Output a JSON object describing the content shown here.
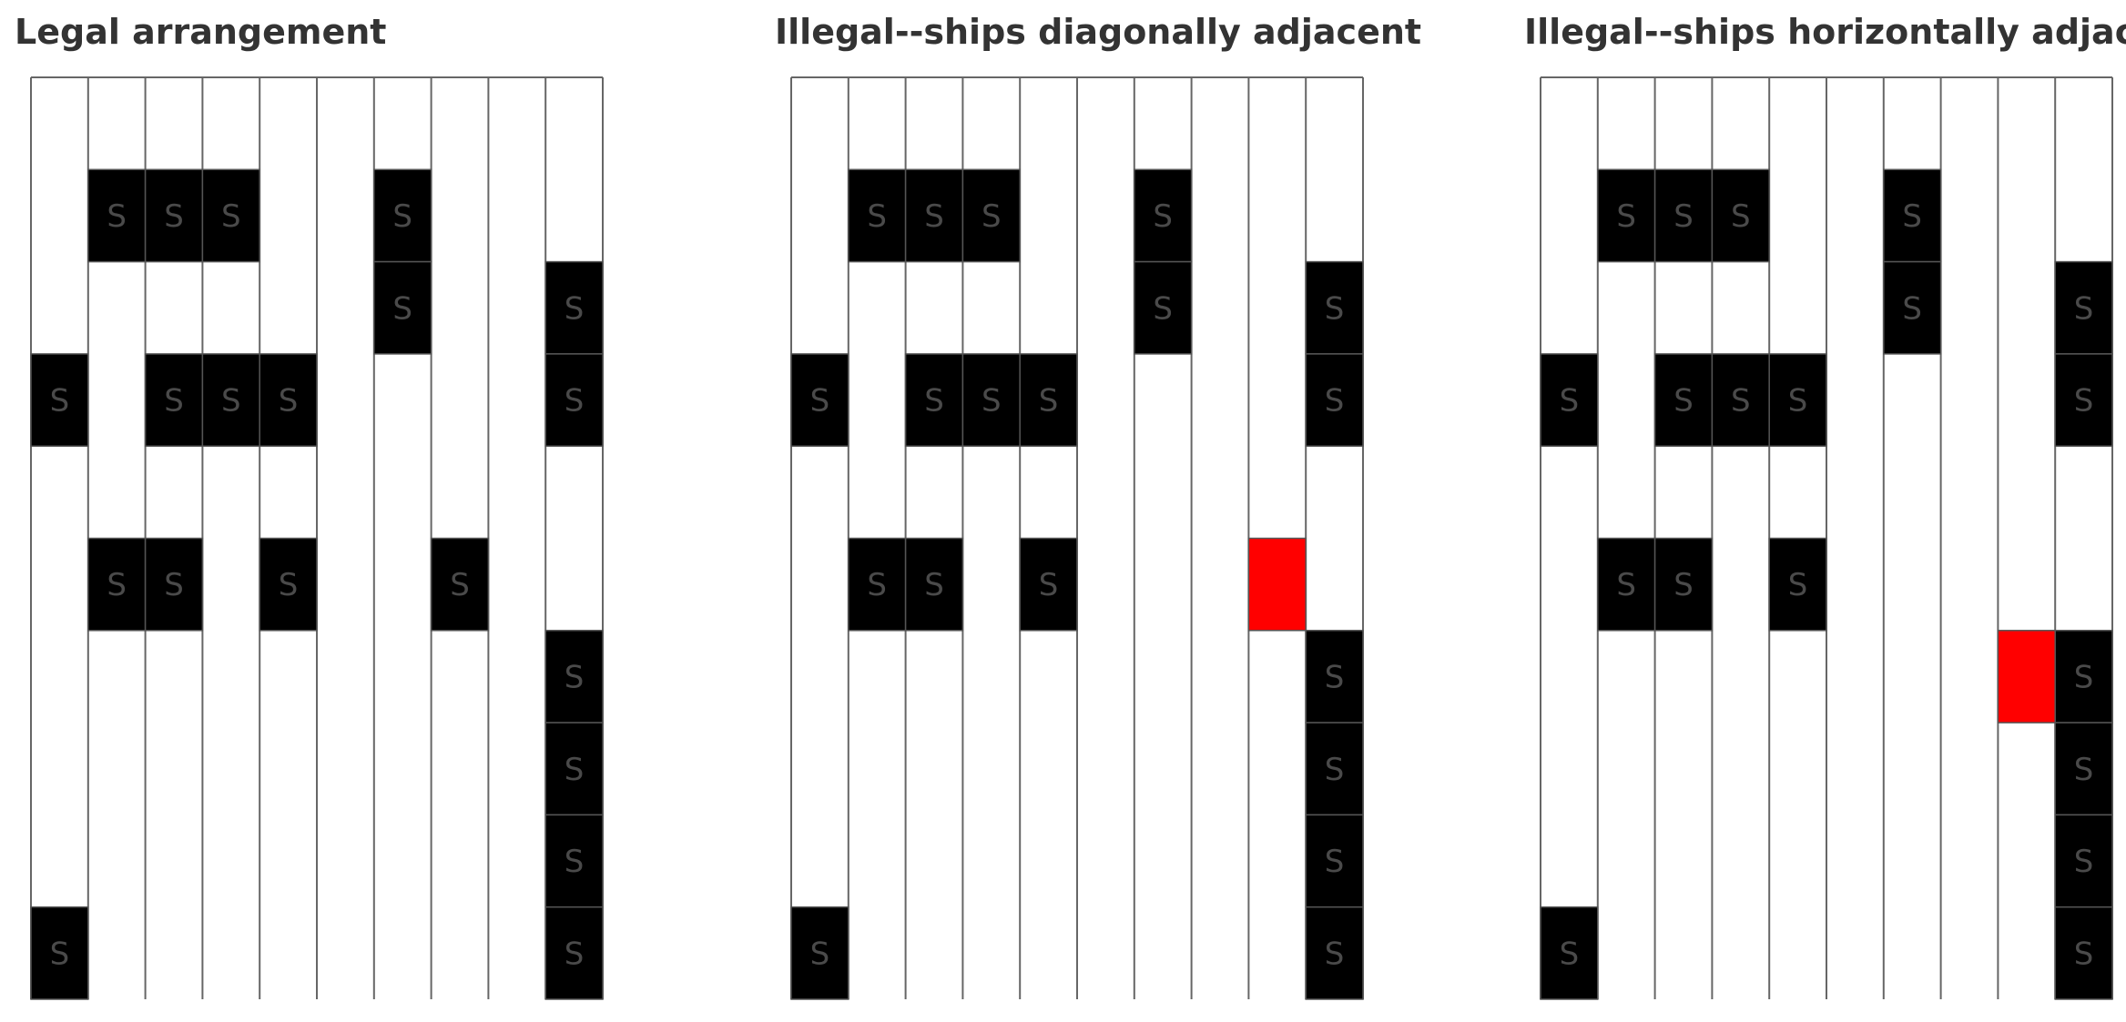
{
  "grid": {
    "columns": 10,
    "rows": 10,
    "ship_label": "S",
    "colors": {
      "line": "#666666",
      "ship": "#000000",
      "ship_divider": "#555555",
      "conflict": "#ff0000",
      "title": "#333333"
    }
  },
  "panels": [
    {
      "title": "Legal arrangement",
      "ships": [
        [
          1,
          1
        ],
        [
          1,
          2
        ],
        [
          1,
          3
        ],
        [
          1,
          6
        ],
        [
          2,
          6
        ],
        [
          2,
          9
        ],
        [
          3,
          0
        ],
        [
          3,
          2
        ],
        [
          3,
          3
        ],
        [
          3,
          4
        ],
        [
          3,
          9
        ],
        [
          5,
          1
        ],
        [
          5,
          2
        ],
        [
          5,
          4
        ],
        [
          5,
          7
        ],
        [
          6,
          9
        ],
        [
          7,
          9
        ],
        [
          8,
          9
        ],
        [
          9,
          0
        ],
        [
          9,
          9
        ]
      ],
      "conflicts": []
    },
    {
      "title": "Illegal--ships diagonally adjacent",
      "ships": [
        [
          1,
          1
        ],
        [
          1,
          2
        ],
        [
          1,
          3
        ],
        [
          1,
          6
        ],
        [
          2,
          6
        ],
        [
          2,
          9
        ],
        [
          3,
          0
        ],
        [
          3,
          2
        ],
        [
          3,
          3
        ],
        [
          3,
          4
        ],
        [
          3,
          9
        ],
        [
          5,
          1
        ],
        [
          5,
          2
        ],
        [
          5,
          4
        ],
        [
          6,
          9
        ],
        [
          7,
          9
        ],
        [
          8,
          9
        ],
        [
          9,
          0
        ],
        [
          9,
          9
        ]
      ],
      "conflicts": [
        [
          5,
          8
        ]
      ]
    },
    {
      "title": "Illegal--ships horizontally adjacent",
      "ships": [
        [
          1,
          1
        ],
        [
          1,
          2
        ],
        [
          1,
          3
        ],
        [
          1,
          6
        ],
        [
          2,
          6
        ],
        [
          2,
          9
        ],
        [
          3,
          0
        ],
        [
          3,
          2
        ],
        [
          3,
          3
        ],
        [
          3,
          4
        ],
        [
          3,
          9
        ],
        [
          5,
          1
        ],
        [
          5,
          2
        ],
        [
          5,
          4
        ],
        [
          6,
          9
        ],
        [
          7,
          9
        ],
        [
          8,
          9
        ],
        [
          9,
          0
        ],
        [
          9,
          9
        ]
      ],
      "conflicts": [
        [
          6,
          8
        ]
      ]
    }
  ]
}
